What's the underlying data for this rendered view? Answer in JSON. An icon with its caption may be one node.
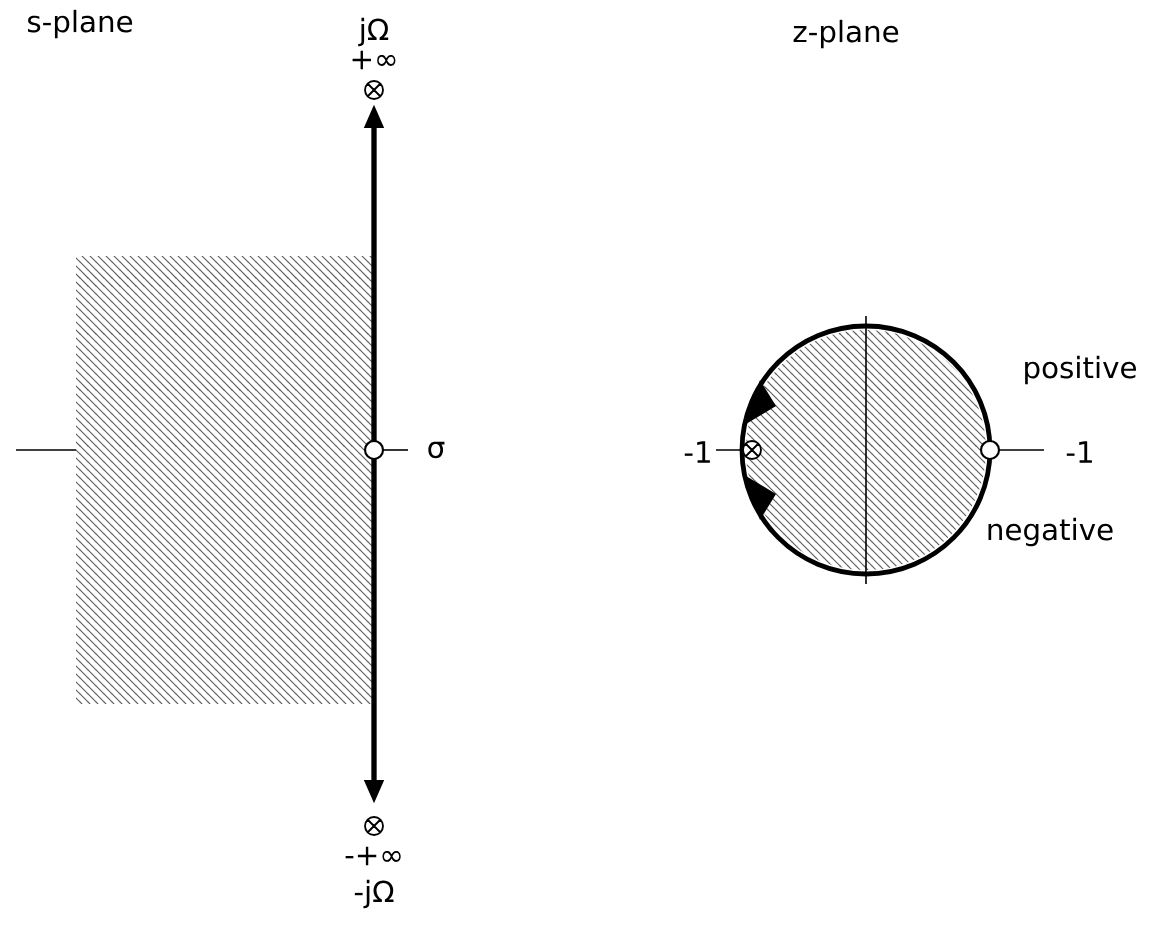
{
  "diagram": {
    "labels": [
      "s-plane",
      "jΩ",
      "+∞",
      "σ",
      "-+∞",
      "-jΩ",
      "z-plane",
      "positive",
      "-1",
      "-1",
      "negative"
    ]
  }
}
